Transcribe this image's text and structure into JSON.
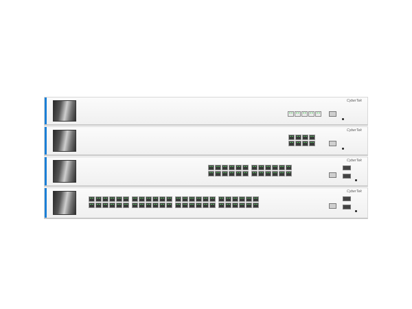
{
  "scene": {
    "description_free": true,
    "colors": {
      "accent": "#1b7fd6",
      "body": "#f4f4f4",
      "port_dark": "#3a3a3a",
      "port_led": "#5fcf6a"
    }
  },
  "devices": [
    {
      "brand": "CyberTek",
      "ports": 5,
      "port_style": "plain",
      "has_console": true,
      "sfp": 0
    },
    {
      "brand": "CyberTek",
      "ports": 8,
      "port_style": "dark",
      "has_console": true,
      "sfp": 0
    },
    {
      "brand": "CyberTek",
      "ports": 24,
      "port_style": "dark",
      "has_console": true,
      "sfp": 2
    },
    {
      "brand": "CyberTek",
      "ports": 48,
      "port_style": "dark",
      "has_console": true,
      "sfp": 2
    }
  ]
}
